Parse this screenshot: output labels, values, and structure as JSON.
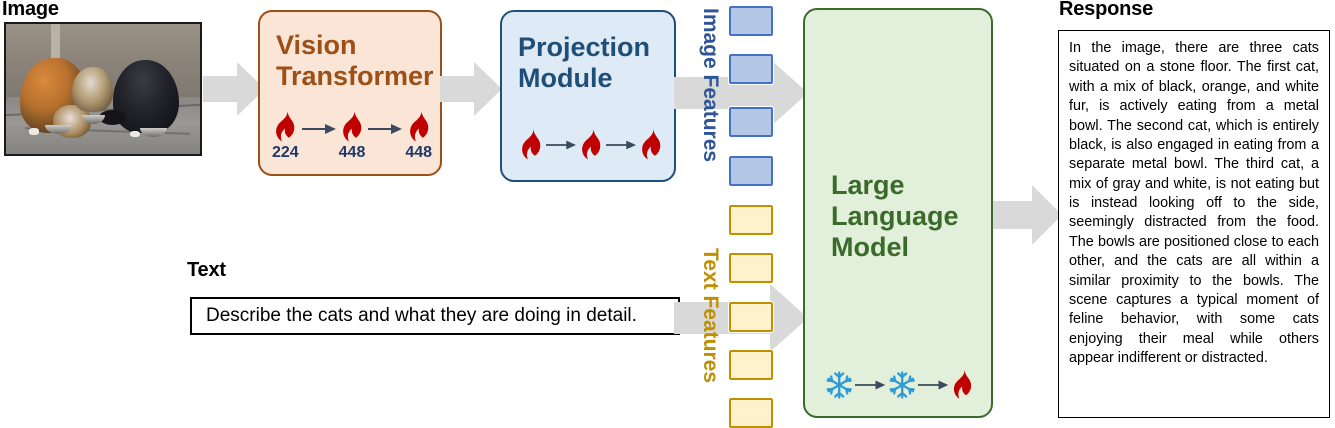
{
  "sections": {
    "image_heading": "Image",
    "text_heading": "Text",
    "response_heading": "Response"
  },
  "image_panel": {
    "alt": "photo of three cats eating from metal bowls on a stone floor"
  },
  "text_input": {
    "value": "Describe the cats and what they are doing in detail."
  },
  "modules": [
    {
      "id": "vision-transformer",
      "title_line1": "Vision",
      "title_line2": "Transformer",
      "border_color": "#9c4f16",
      "fill_color": "#fbe5d6",
      "stages": [
        {
          "icon": "flame-icon",
          "label": "224"
        },
        {
          "icon": "flame-icon",
          "label": "448"
        },
        {
          "icon": "flame-icon",
          "label": "448"
        }
      ]
    },
    {
      "id": "projection-module",
      "title_line1": "Projection",
      "title_line2": "Module",
      "border_color": "#1f4e79",
      "fill_color": "#deeaf6",
      "stages": [
        {
          "icon": "flame-icon",
          "label": ""
        },
        {
          "icon": "flame-icon",
          "label": ""
        },
        {
          "icon": "flame-icon",
          "label": ""
        }
      ]
    },
    {
      "id": "large-language-model",
      "title_line1": "Large",
      "title_line2": "Language",
      "title_line3": "Model",
      "border_color": "#3a6b2a",
      "fill_color": "#e2efda",
      "stages": [
        {
          "icon": "snowflake-icon",
          "label": ""
        },
        {
          "icon": "snowflake-icon",
          "label": ""
        },
        {
          "icon": "flame-icon",
          "label": ""
        }
      ]
    }
  ],
  "features": {
    "image_features_label": "Image Features",
    "image_features_count": 4,
    "image_features_color": "#b4c7e7",
    "image_features_border": "#4472c4",
    "text_features_label": "Text Features",
    "text_features_count": 5,
    "text_features_color": "#fdf2cc",
    "text_features_border": "#bf9000"
  },
  "response": {
    "body": "In the image, there are three cats situated on a stone floor. The first cat, with a mix of black, orange, and white fur, is actively eating from a metal bowl. The second cat, which is entirely black, is also engaged in eating from a separate metal bowl. The third cat, a mix of gray and white, is not eating but is instead looking off to the side, seemingly distracted from the food. The bowls are positioned close to each other, and the cats are all within a similar proximity to the bowls. The scene captures a typical moment of feline behavior, with some cats enjoying their meal while others appear indifferent or distracted."
  },
  "arrows": {
    "color": "#d9d9d9",
    "inner_arrow_color": "#3b4a5c"
  },
  "icons": {
    "flame_color": "#c00000",
    "snowflake_color": "#2e9bd6"
  }
}
